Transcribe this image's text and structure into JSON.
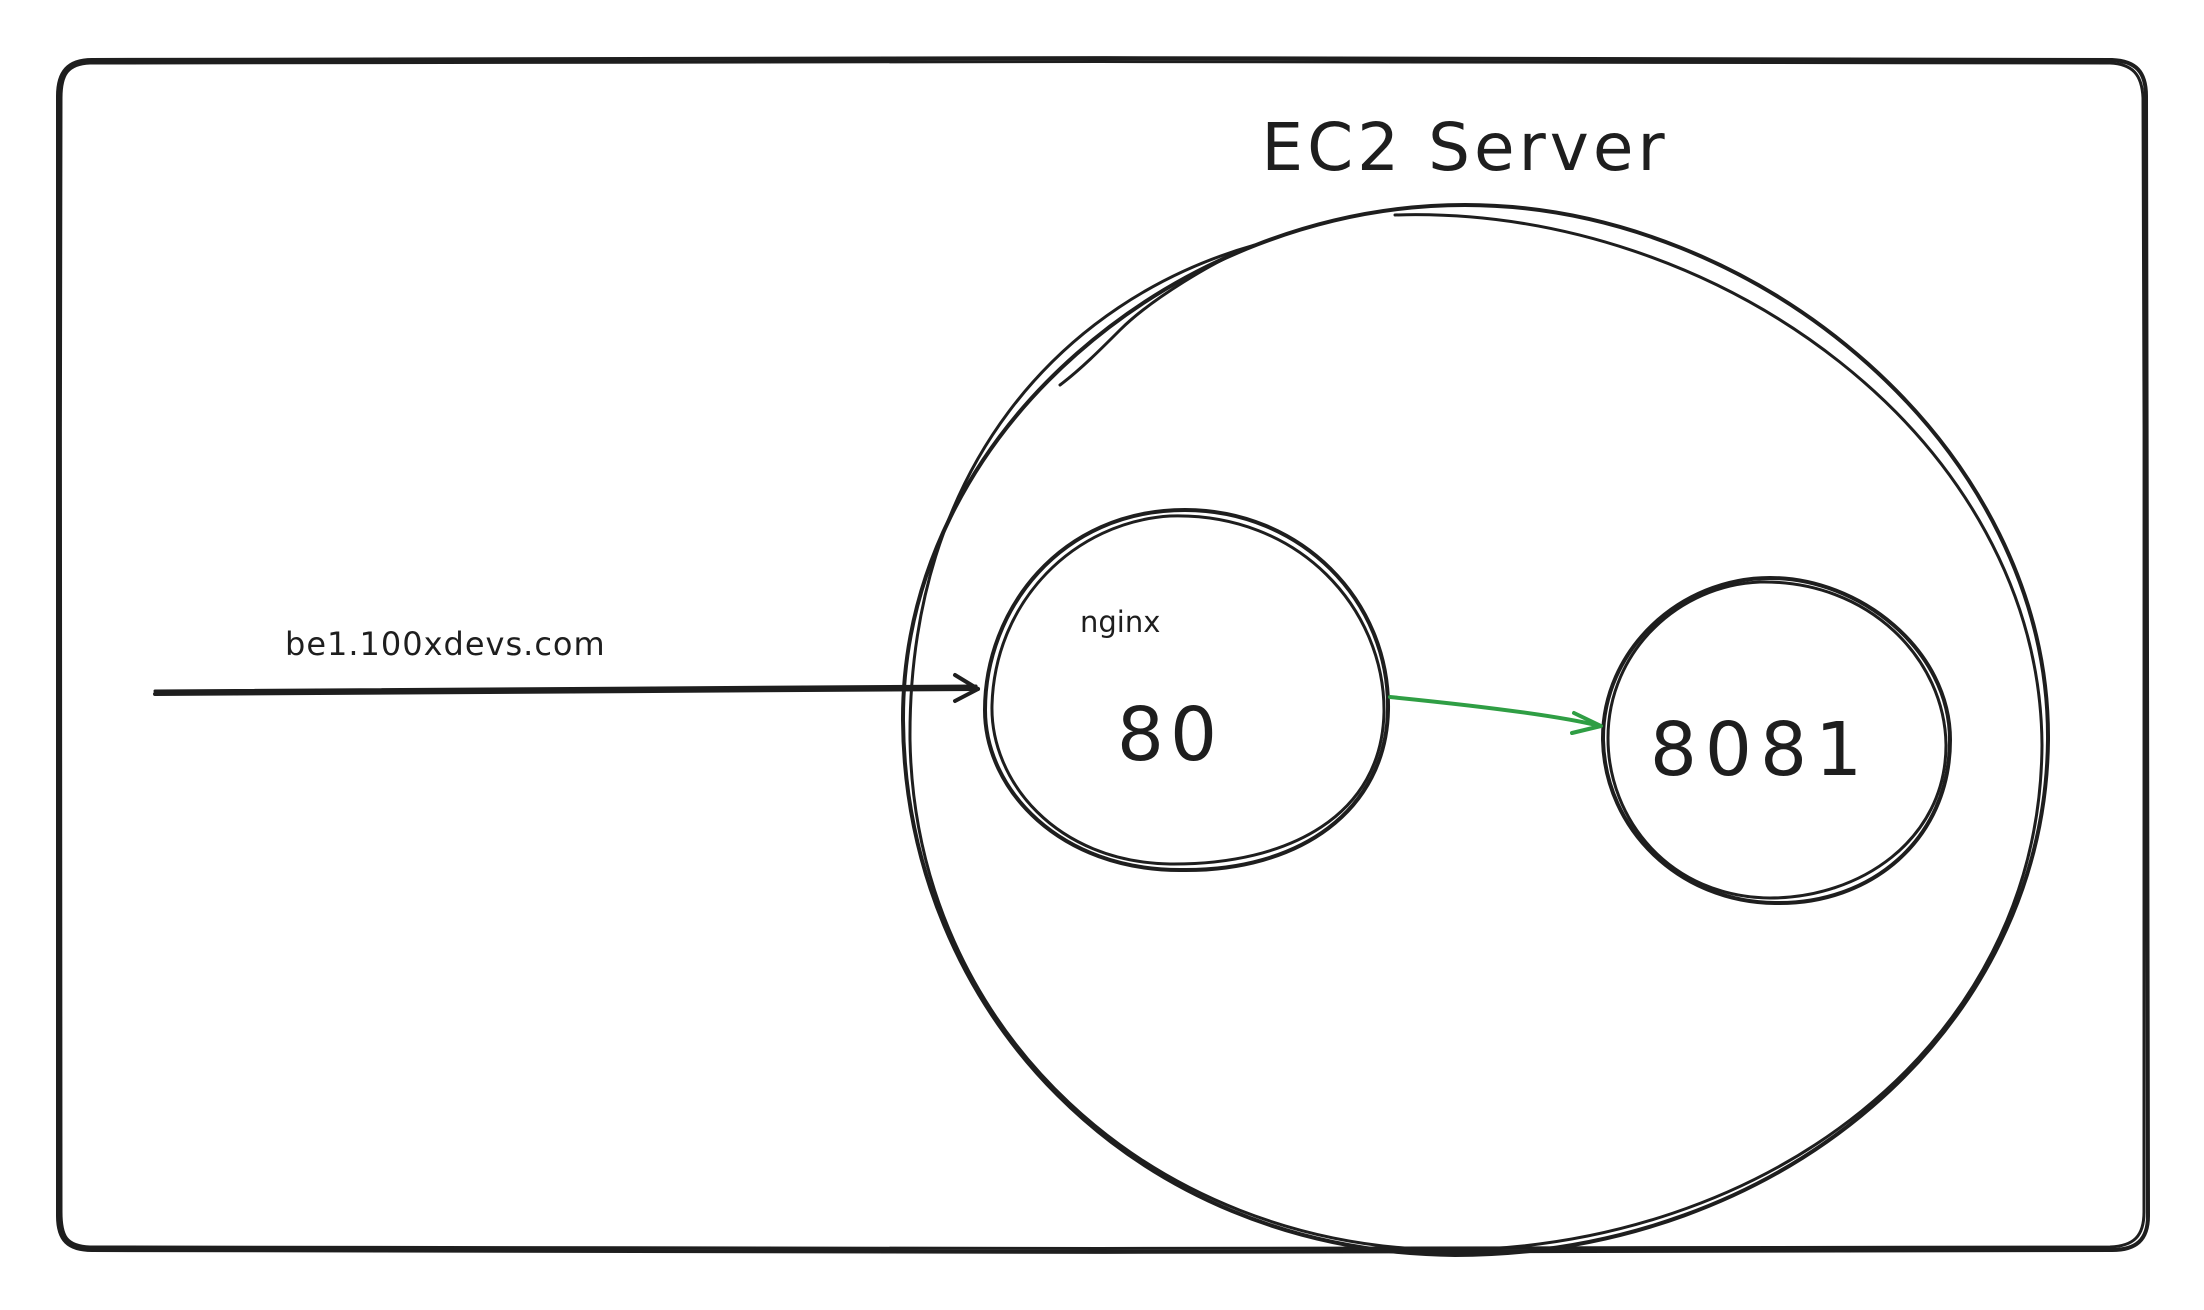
{
  "diagram": {
    "title": "EC2 Server",
    "request_url": "be1.100xdevs.com",
    "proxy": {
      "name": "nginx",
      "port": "80"
    },
    "backend": {
      "port": "8081"
    },
    "colors": {
      "ink": "#1e1e1e",
      "proxy_arrow": "#2f9e44",
      "background": "#ffffff"
    }
  }
}
